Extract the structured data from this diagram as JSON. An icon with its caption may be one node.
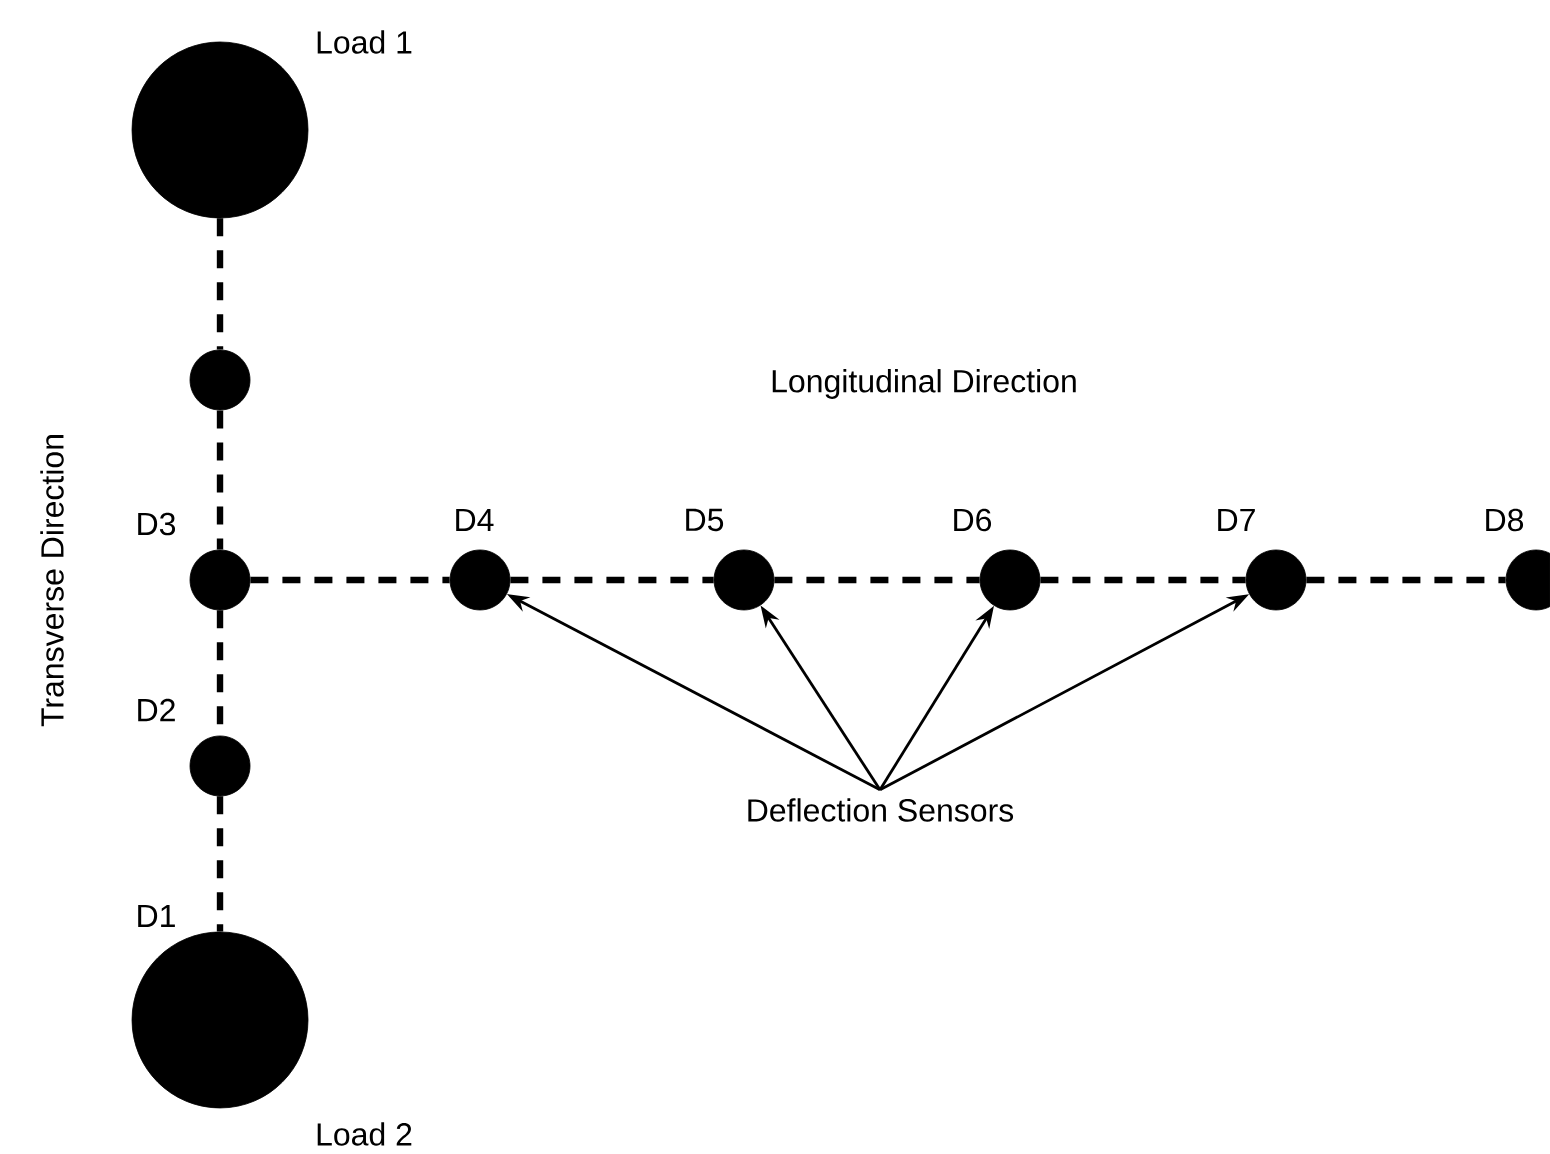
{
  "diagram": {
    "nodes": [
      {
        "text": [],
        "shape": "circle",
        "beside": [
          "Load 1"
        ]
      },
      {
        "text": [],
        "shape": "circle"
      },
      {
        "text": [],
        "shape": "circle",
        "beside": [
          "D3"
        ]
      },
      {
        "text": [],
        "shape": "circle",
        "beside": [
          "D4"
        ]
      },
      {
        "text": [],
        "shape": "circle",
        "beside": [
          "D5"
        ]
      },
      {
        "text": [],
        "shape": "circle",
        "beside": [
          "D6"
        ]
      },
      {
        "text": [],
        "shape": "circle",
        "beside": [
          "D7"
        ]
      },
      {
        "text": [],
        "shape": "circle",
        "beside": [
          "D8"
        ]
      },
      {
        "text": [],
        "shape": "circle",
        "beside": [
          "D2"
        ]
      },
      {
        "text": [],
        "shape": "circle",
        "beside": [
          "D1",
          "Load 2"
        ]
      },
      {
        "text": [
          "Deflection Sensors"
        ]
      }
    ],
    "edges": [
      {
        "from": 0,
        "to": 1,
        "arrow": "none",
        "style": "dashed"
      },
      {
        "from": 1,
        "to": 2,
        "arrow": "none",
        "style": "dashed"
      },
      {
        "from": 2,
        "to": 8,
        "arrow": "none",
        "style": "dashed"
      },
      {
        "from": 8,
        "to": 9,
        "arrow": "none",
        "style": "dashed"
      },
      {
        "from": 2,
        "to": 3,
        "arrow": "none",
        "style": "dashed"
      },
      {
        "from": 3,
        "to": 4,
        "arrow": "none",
        "style": "dashed"
      },
      {
        "from": 4,
        "to": 5,
        "arrow": "none",
        "style": "dashed"
      },
      {
        "from": 5,
        "to": 6,
        "arrow": "none",
        "style": "dashed"
      },
      {
        "from": 6,
        "to": 7,
        "arrow": "none",
        "style": "dashed"
      },
      {
        "from": 10,
        "to": 3,
        "arrow": "to"
      },
      {
        "from": 10,
        "to": 4,
        "arrow": "to"
      },
      {
        "from": 10,
        "to": 5,
        "arrow": "to"
      },
      {
        "from": 10,
        "to": 6,
        "arrow": "to"
      }
    ],
    "labels": [
      "Transverse Direction",
      "Longitudinal Direction"
    ]
  }
}
